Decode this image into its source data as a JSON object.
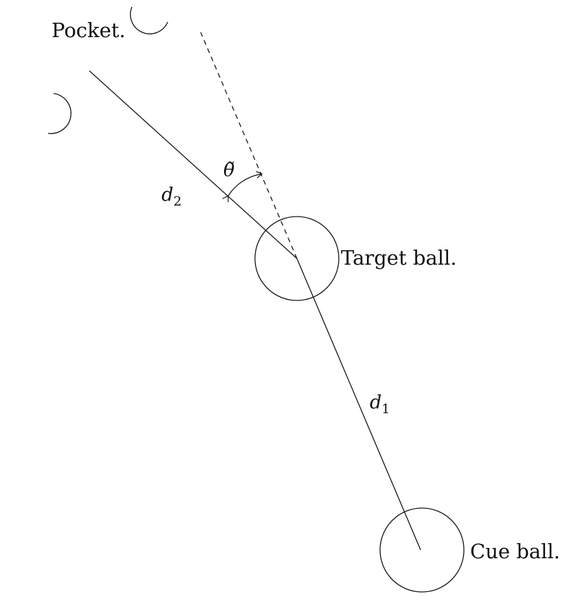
{
  "labels": {
    "pocket": "Pocket.",
    "target_ball": "Target ball.",
    "cue_ball": "Cue ball.",
    "d1_base": "d",
    "d1_sub": "1",
    "d2_base": "d",
    "d2_sub": "2",
    "theta": "θ̃"
  },
  "colors": {
    "ink": "#111111",
    "background": "#ffffff"
  }
}
